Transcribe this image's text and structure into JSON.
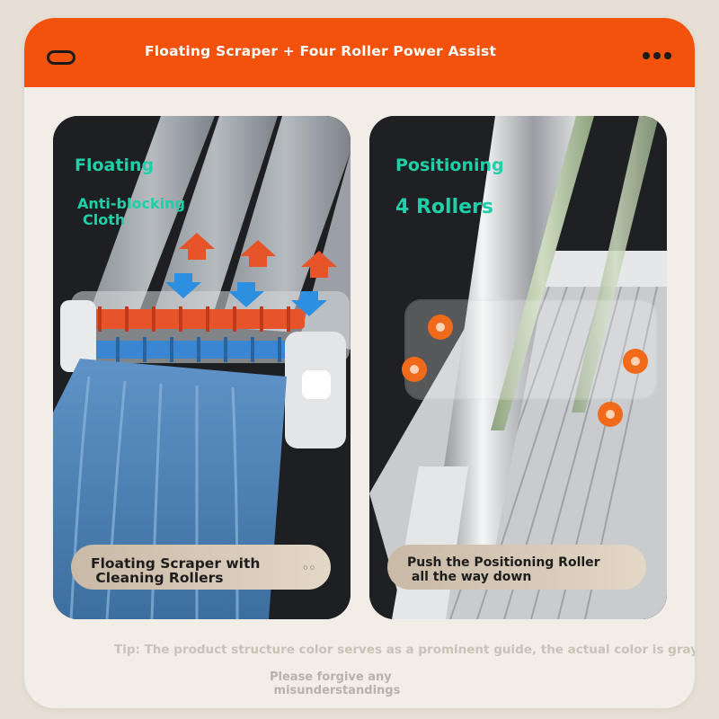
{
  "header": {
    "title": "Floating Scraper + Four Roller Power Assist",
    "accent_color": "#f2520c"
  },
  "left_panel": {
    "heading": "Floating",
    "subheading_line1": "Anti-blocking",
    "subheading_line2": "Cloth",
    "caption": "Floating Scraper with\n Cleaning Rollers",
    "accent_color": "#1fcfa8"
  },
  "right_panel": {
    "heading": "Positioning",
    "subheading": "4 Rollers",
    "caption": "Push the Positioning Roller\n all the way down",
    "accent_color": "#1fcfa8"
  },
  "footer": {
    "tip": "Tip: The product structure color serves as a prominent guide, the actual color is gray",
    "apology": "Please forgive any\n misunderstandings"
  },
  "icons": [
    "toggle-icon",
    "more-dots-icon",
    "arrow-up-icon",
    "arrow-down-icon",
    "orange-roller-icon"
  ]
}
